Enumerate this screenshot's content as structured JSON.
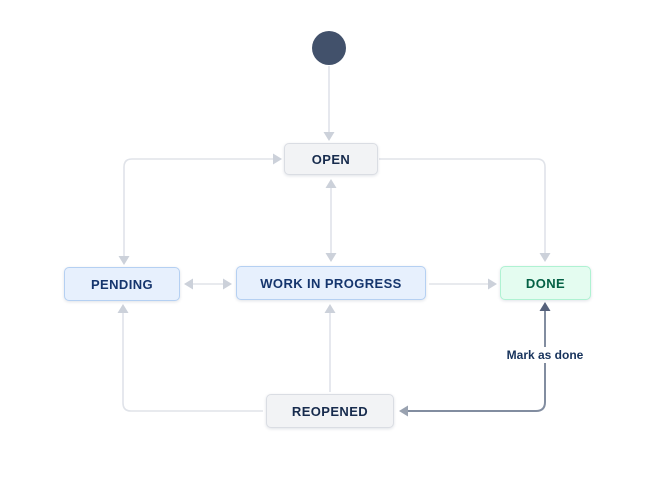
{
  "workflow": {
    "statuses": [
      {
        "id": "open",
        "label": "OPEN",
        "category": "gray"
      },
      {
        "id": "pending",
        "label": "PENDING",
        "category": "blue"
      },
      {
        "id": "work-in-progress",
        "label": "WORK IN PROGRESS",
        "category": "blue"
      },
      {
        "id": "done",
        "label": "DONE",
        "category": "green"
      },
      {
        "id": "reopened",
        "label": "REOPENED",
        "category": "gray"
      }
    ],
    "start_node": {
      "id": "start",
      "shape": "filled-circle"
    },
    "transitions": [
      {
        "from": "start",
        "to": "open",
        "bidirectional": false,
        "highlighted": false,
        "label": ""
      },
      {
        "from": "open",
        "to": "pending",
        "bidirectional": true,
        "highlighted": false,
        "label": ""
      },
      {
        "from": "open",
        "to": "work-in-progress",
        "bidirectional": true,
        "highlighted": false,
        "label": ""
      },
      {
        "from": "open",
        "to": "done",
        "bidirectional": false,
        "highlighted": false,
        "label": ""
      },
      {
        "from": "pending",
        "to": "work-in-progress",
        "bidirectional": true,
        "highlighted": false,
        "label": ""
      },
      {
        "from": "work-in-progress",
        "to": "done",
        "bidirectional": false,
        "highlighted": false,
        "label": ""
      },
      {
        "from": "reopened",
        "to": "pending",
        "bidirectional": false,
        "highlighted": false,
        "label": ""
      },
      {
        "from": "reopened",
        "to": "work-in-progress",
        "bidirectional": false,
        "highlighted": false,
        "label": ""
      },
      {
        "from": "reopened",
        "to": "done",
        "bidirectional": true,
        "highlighted": true,
        "label": "Mark as done"
      }
    ],
    "palette": {
      "background": "#ffffff",
      "start_circle": "#42516b",
      "edge_gray": "#e0e3e9",
      "edge_arrow_gray": "#ccd1da",
      "edge_highlight": "#828da0",
      "edge_highlight_arrow_dark": "#55617b",
      "edge_highlight_arrow_light": "#99a2b0",
      "node_gray_bg": "#f2f3f5",
      "node_gray_border": "#dadde3",
      "node_blue_bg": "#e7f0fd",
      "node_blue_border": "#b5d0f2",
      "node_green_bg": "#e4fcf0",
      "node_green_border": "#aff2d2",
      "text_navy": "#172b4d",
      "text_blue_navy": "#15356d",
      "text_green": "#046145",
      "label_navy": "#17335c"
    }
  }
}
